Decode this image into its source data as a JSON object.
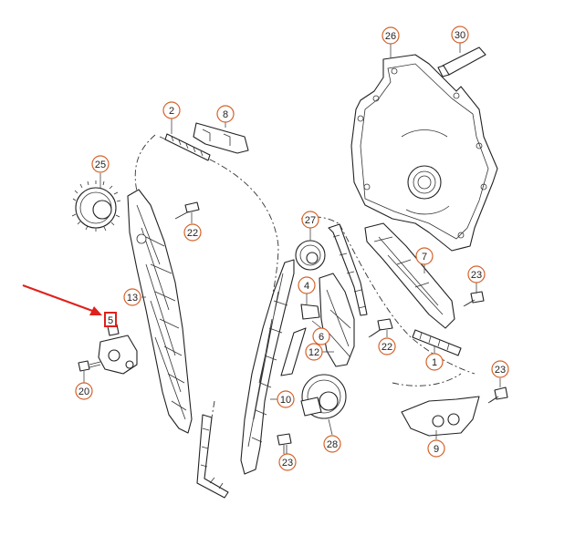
{
  "diagram": {
    "callouts": [
      {
        "id": "c26",
        "label": "26"
      },
      {
        "id": "c30",
        "label": "30"
      },
      {
        "id": "c2",
        "label": "2"
      },
      {
        "id": "c8",
        "label": "8"
      },
      {
        "id": "c25",
        "label": "25"
      },
      {
        "id": "c22a",
        "label": "22"
      },
      {
        "id": "c27",
        "label": "27"
      },
      {
        "id": "c7",
        "label": "7"
      },
      {
        "id": "c13",
        "label": "13"
      },
      {
        "id": "c5",
        "label": "5",
        "highlighted": true
      },
      {
        "id": "c4",
        "label": "4"
      },
      {
        "id": "c23a",
        "label": "23"
      },
      {
        "id": "c6",
        "label": "6"
      },
      {
        "id": "c12",
        "label": "12"
      },
      {
        "id": "c22b",
        "label": "22"
      },
      {
        "id": "c1",
        "label": "1"
      },
      {
        "id": "c20",
        "label": "20"
      },
      {
        "id": "c10",
        "label": "10"
      },
      {
        "id": "c23b",
        "label": "23"
      },
      {
        "id": "c28",
        "label": "28"
      },
      {
        "id": "c9",
        "label": "9"
      },
      {
        "id": "c23c",
        "label": "23"
      }
    ],
    "accent_color": "#e0201c",
    "callout_color": "#d4622a"
  }
}
